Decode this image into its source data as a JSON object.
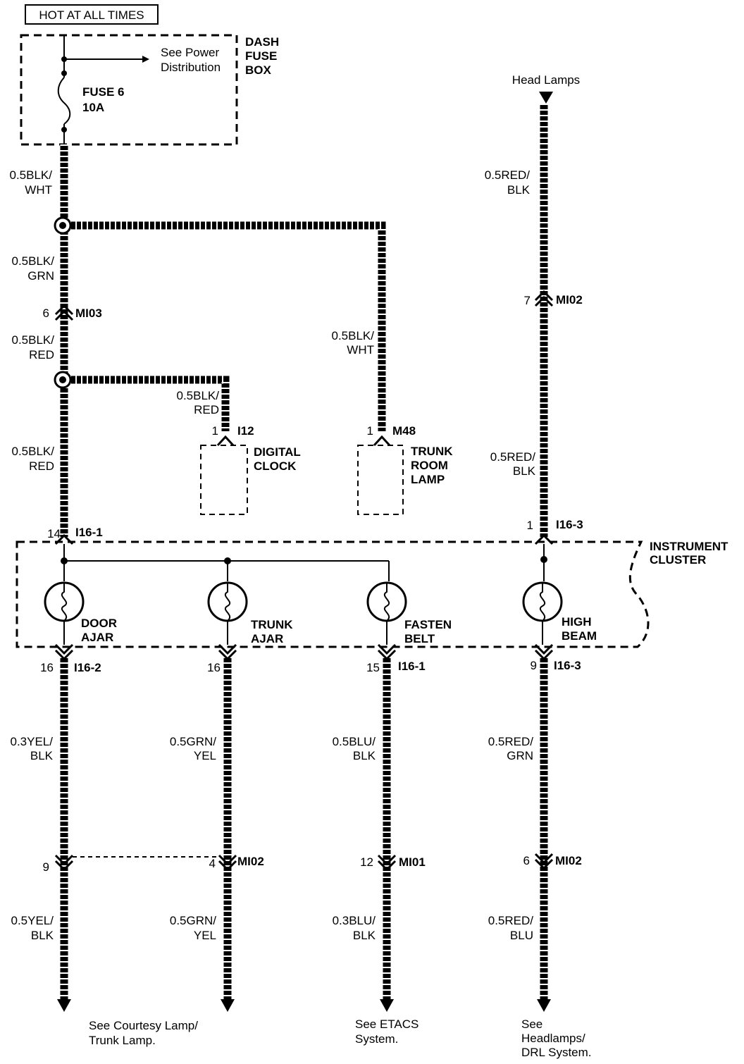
{
  "header": {
    "label": "HOT AT ALL TIMES"
  },
  "fuse_box": {
    "title_lines": [
      "DASH",
      "FUSE",
      "BOX"
    ],
    "see_power_lines": [
      "See Power",
      "Distribution"
    ],
    "fuse_lines": [
      "FUSE 6",
      "10A"
    ]
  },
  "head_lamps": "Head Lamps",
  "wires": {
    "w1": [
      "0.5BLK/",
      "WHT"
    ],
    "w2": [
      "0.5BLK/",
      "GRN"
    ],
    "w3": [
      "0.5BLK/",
      "RED"
    ],
    "w4": [
      "0.5BLK/",
      "RED"
    ],
    "w5": [
      "0.5BLK/",
      "RED"
    ],
    "w6": [
      "0.5BLK/",
      "WHT"
    ],
    "w7": [
      "0.5RED/",
      "BLK"
    ],
    "w8": [
      "0.5RED/",
      "BLK"
    ],
    "w9": [
      "0.3YEL/",
      "BLK"
    ],
    "w10": [
      "0.5GRN/",
      "YEL"
    ],
    "w11": [
      "0.5BLU/",
      "BLK"
    ],
    "w12": [
      "0.5RED/",
      "GRN"
    ],
    "w13": [
      "0.5YEL/",
      "BLK"
    ],
    "w14": [
      "0.5GRN/",
      "YEL"
    ],
    "w15": [
      "0.3BLU/",
      "BLK"
    ],
    "w16": [
      "0.5RED/",
      "BLU"
    ]
  },
  "connectors": {
    "mi03": {
      "pin": "6",
      "name": "MI03"
    },
    "mi02_top": {
      "pin": "7",
      "name": "MI02"
    },
    "i12": {
      "pin": "1",
      "name": "I12"
    },
    "m48": {
      "pin": "1",
      "name": "M48"
    },
    "i16_1_top": {
      "pin": "14",
      "name": "I16-1"
    },
    "i16_3_top": {
      "pin": "1",
      "name": "I16-3"
    },
    "i16_2_bot": {
      "pin": "16",
      "name": "I16-2"
    },
    "i16_mid_bot": {
      "pin": "16"
    },
    "i16_1_bot": {
      "pin": "15",
      "name": "I16-1"
    },
    "i16_3_bot": {
      "pin": "9",
      "name": "I16-3"
    },
    "mi02_a": {
      "pin": "9"
    },
    "mi02_b": {
      "pin": "4",
      "name": "MI02"
    },
    "mi01": {
      "pin": "12",
      "name": "MI01"
    },
    "mi02_c": {
      "pin": "6",
      "name": "MI02"
    }
  },
  "components": {
    "digital_clock": [
      "DIGITAL",
      "CLOCK"
    ],
    "trunk_room_lamp": [
      "TRUNK",
      "ROOM",
      "LAMP"
    ],
    "instrument_cluster": [
      "INSTRUMENT",
      "CLUSTER"
    ],
    "door_ajar": [
      "DOOR",
      "AJAR"
    ],
    "trunk_ajar": [
      "TRUNK",
      "AJAR"
    ],
    "fasten_belt": [
      "FASTEN",
      "BELT"
    ],
    "high_beam": [
      "HIGH",
      "BEAM"
    ]
  },
  "references": {
    "courtesy": [
      "See Courtesy Lamp/",
      "Trunk Lamp."
    ],
    "etacs": [
      "See ETACS",
      "System."
    ],
    "headlamps": [
      "See",
      "Headlamps/",
      "DRL System."
    ]
  }
}
